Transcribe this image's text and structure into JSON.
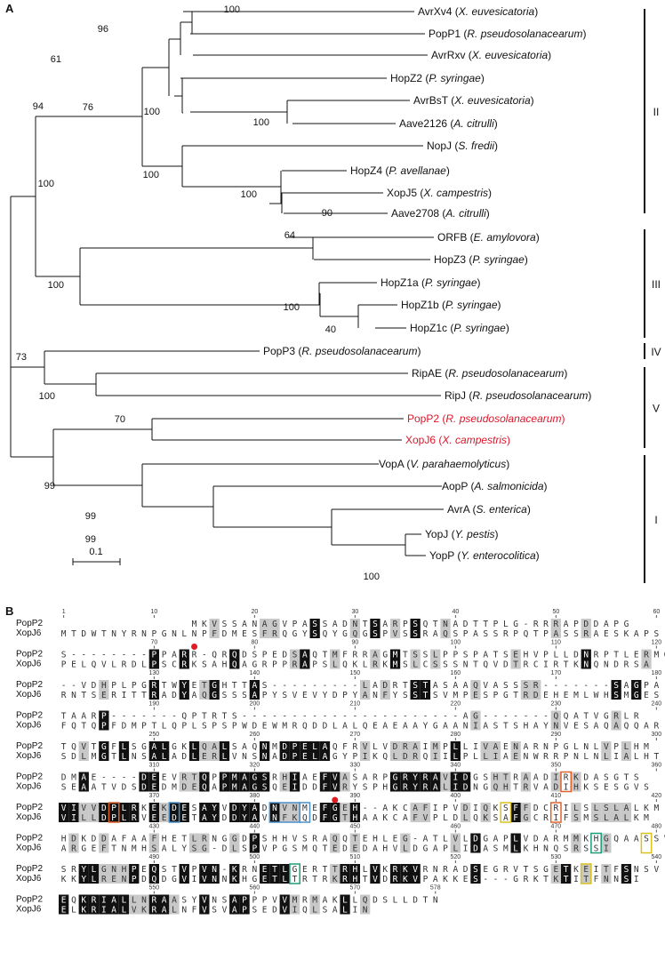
{
  "panel_a_label": "A",
  "panel_b_label": "B",
  "tree": {
    "scale_label": "0.1",
    "bootstraps": [
      "100",
      "96",
      "61",
      "76",
      "100",
      "100",
      "94",
      "100",
      "100",
      "90",
      "100",
      "64",
      "100",
      "100",
      "40",
      "73",
      "100",
      "70",
      "99",
      "99",
      "99",
      "100"
    ],
    "taxa": [
      {
        "name": "AvrXv4",
        "species": "X. euvesicatoria",
        "color": "#111111"
      },
      {
        "name": "PopP1",
        "species": "R. pseudosolanacearum",
        "color": "#111111"
      },
      {
        "name": "AvrRxv",
        "species": "X. euvesicatoria",
        "color": "#111111"
      },
      {
        "name": "HopZ2",
        "species": "P. syringae",
        "color": "#111111"
      },
      {
        "name": "AvrBsT",
        "species": "X. euvesicatoria",
        "color": "#111111"
      },
      {
        "name": "Aave2126",
        "species": "A. citrulli",
        "color": "#111111"
      },
      {
        "name": "NopJ",
        "species": "S. fredii",
        "color": "#111111"
      },
      {
        "name": "HopZ4",
        "species": "P. avellanae",
        "color": "#111111"
      },
      {
        "name": "XopJ5",
        "species": "X. campestris",
        "color": "#111111"
      },
      {
        "name": "Aave2708",
        "species": "A. citrulli",
        "color": "#111111"
      },
      {
        "name": "ORFB",
        "species": "E. amylovora",
        "color": "#111111"
      },
      {
        "name": "HopZ3",
        "species": "P. syringae",
        "color": "#111111"
      },
      {
        "name": "HopZ1a",
        "species": "P. syringae",
        "color": "#111111"
      },
      {
        "name": "HopZ1b",
        "species": "P. syringae",
        "color": "#111111"
      },
      {
        "name": "HopZ1c",
        "species": "P. syringae",
        "color": "#111111"
      },
      {
        "name": "PopP3",
        "species": "R. pseudosolanacearum",
        "color": "#111111"
      },
      {
        "name": "RipAE",
        "species": "R. pseudosolanacearum",
        "color": "#111111"
      },
      {
        "name": "RipJ",
        "species": "R. pseudosolanacearum",
        "color": "#111111"
      },
      {
        "name": "PopP2",
        "species": "R. pseudosolanacearum",
        "color": "#d9182b"
      },
      {
        "name": "XopJ6",
        "species": "X. campestris",
        "color": "#d9182b"
      },
      {
        "name": "VopA",
        "species": "V. parahaemolyticus",
        "color": "#111111"
      },
      {
        "name": "AopP",
        "species": "A. salmonicida",
        "color": "#111111"
      },
      {
        "name": "AvrA",
        "species": "S. enterica",
        "color": "#111111"
      },
      {
        "name": "YopJ",
        "species": "Y. pestis",
        "color": "#111111"
      },
      {
        "name": "YopP",
        "species": "Y. enterocolitica",
        "color": "#111111"
      }
    ],
    "groups": [
      "II",
      "III",
      "IV",
      "V",
      "I"
    ]
  },
  "alignment": {
    "seq1_name": "PopP2",
    "seq2_name": "XopJ6",
    "blocks": [
      {
        "ruler": [
          "1",
          "10",
          "20",
          "30",
          "40",
          "50",
          "60"
        ],
        "s1": "             MKVSSANAGVPASSADNTSARPSQTNADTTPLG-RRRAPDDAPG",
        "s2": "MTDWTNYRNPGNLNPFDMESFRQGYSQYGQGSPVSSRAQSPASSRPQTPASSRAESKAPS"
      },
      {
        "ruler": [
          "70",
          "80",
          "90",
          "100",
          "110",
          "120"
        ],
        "s1": "S--------PPARR-QRQDSPEDSAQTMFRRAGMTSSLPPSPATSEHVPLLDNRPTLERMG",
        "s2": "PELQVLRDLPSCRKSAHQAGRPPRAPSLQKLRKMSLCSSSNTQVDTRCIRTKNQNDRSA"
      },
      {
        "ruler": [
          "130",
          "140",
          "150",
          "160",
          "170",
          "180"
        ],
        "s1": "--VDHPLPGRTWYETGHTTAS---------LADRTSTASAAQVASSSR-------SAGPA",
        "s2": "RNTSERITTRADYAQGSSSAPYSVEVYDPYANFYSSTSVMPESPGTRDEHEMLWHSMGES"
      },
      {
        "ruler": [
          "190",
          "200",
          "210",
          "220",
          "230",
          "240"
        ],
        "s1": "TAARP-------QPTRTS----------------------AG-------QQATVGRLR",
        "s2": "FQTQPFDMPTLQPLSPSPWDEWMRQDDLALQEAEAAYGAANIASTSHAYNVESAQAQQAR"
      },
      {
        "ruler": [
          "250",
          "260",
          "270",
          "280",
          "290",
          "300"
        ],
        "s1": "TQVTGFLSGALGKLQALSAQNMDPELAQFRVLVDRAIMPLLIVAENARNPGLNLVPLHM",
        "s2": "SDLMGTLNSALADLERLVNSNADPELAGYPIKQLDRQIILPLLIAENWRRPNLNLIALHT"
      },
      {
        "ruler": [
          "310",
          "320",
          "330",
          "340",
          "350",
          "360"
        ],
        "s1": "DMAE----DEEVRTQPPMAGSRHIAEFVASARPGRYRAVIDGSHTRAADIRKDASGTS",
        "s2": "SEAATVDSDEDMDEQAPMAGSQEIDDFVRYSPHGRYRALIDNGQHTRVADIHKSESGVS"
      },
      {
        "ruler": [
          "370",
          "380",
          "390",
          "400",
          "410",
          "420"
        ],
        "s1": "VIVVDPLRKEKDESAYVDYADNVNMEFGEH--AKCAFIPVDIQKSFFDCRILSLSLALKM",
        "s2": "VILLDPLRVEEDETAYDDYAVNFKQDFGTHAAKCAFVPLDLQKSAFGCRIFSMSLALKM"
      },
      {
        "ruler": [
          "430",
          "440",
          "450",
          "460",
          "470",
          "480"
        ],
        "s1": "HDKDDAFAAFHETLRNGGDPSHHVSRAQQTEHLEG-ATLVLDGAPLVDARMMKHGQAASSV",
        "s2": "ARGEFTNMHSALYSG-DLSPVPGSMQTEDEDAHVLDGAPLIDASMLKHNQSRSSI"
      },
      {
        "ruler": [
          "490",
          "500",
          "510",
          "520",
          "530",
          "540"
        ],
        "s1": "SRYLGNHPEQSTVPVN-KRNETLGERTTRHLVKRKVRNRADSEGRVTSGETKEITFSNSV",
        "s2": "KKYLRENPDQDGVIVNNKHGETLTRTRKRHTVDRKVPAKKES---GRKTKTITFNNSI"
      },
      {
        "ruler": [
          "550",
          "560",
          "570",
          "578"
        ],
        "s1": "EQKRIALLNRAASYVNSAPPPVVMRMAKLLQDSLLDTN",
        "s2": "ELKRIALVKRALNFVSVAPSEDVIQLSALIN"
      }
    ]
  }
}
